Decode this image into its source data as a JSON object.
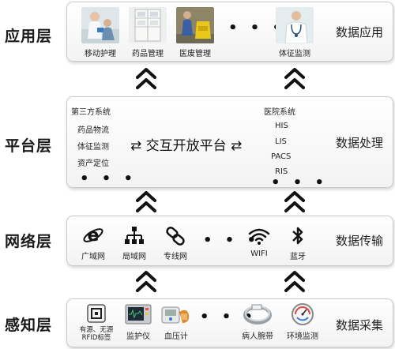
{
  "layers": {
    "application": {
      "label": "应用层",
      "right": "数据应用",
      "items": [
        "移动护理",
        "药品管理",
        "医废管理",
        "体征监测"
      ]
    },
    "platform": {
      "label": "平台层",
      "right": "数据处理",
      "left_list": [
        "第三方系统",
        "药品物流",
        "体征监测",
        "资产定位"
      ],
      "center": "⇄ 交互开放平台 ⇄",
      "hospital_title": "医院系统",
      "hospital_list": [
        "HIS",
        "LIS",
        "PACS",
        "RIS"
      ]
    },
    "network": {
      "label": "网络层",
      "right": "数据传输",
      "items": [
        "广域网",
        "局域网",
        "专线网",
        "WIFI",
        "蓝牙"
      ]
    },
    "sensing": {
      "label": "感知层",
      "right": "数据采集",
      "items": [
        "有源、无源\nRFID标签",
        "监护仪",
        "血压计",
        "病人腕带",
        "环境监测"
      ]
    },
    "dots": "• • •"
  },
  "icons": {
    "application": [
      "nurse-photo-icon",
      "medicine-cabinet-photo-icon",
      "medical-waste-photo-icon",
      "doctor-stethoscope-photo-icon"
    ],
    "network": [
      "ie-browser-icon",
      "lan-topology-icon",
      "chain-link-icon",
      "wifi-icon",
      "bluetooth-icon"
    ],
    "sensing": [
      "rfid-tag-icon",
      "monitor-device-icon",
      "blood-pressure-icon",
      "wristband-icon",
      "hygrometer-icon"
    ],
    "arrows": "double-chevron-up-icon"
  },
  "colors": {
    "panel_border": "#c9c9c9",
    "text": "#222222",
    "arrow": "#111111"
  }
}
